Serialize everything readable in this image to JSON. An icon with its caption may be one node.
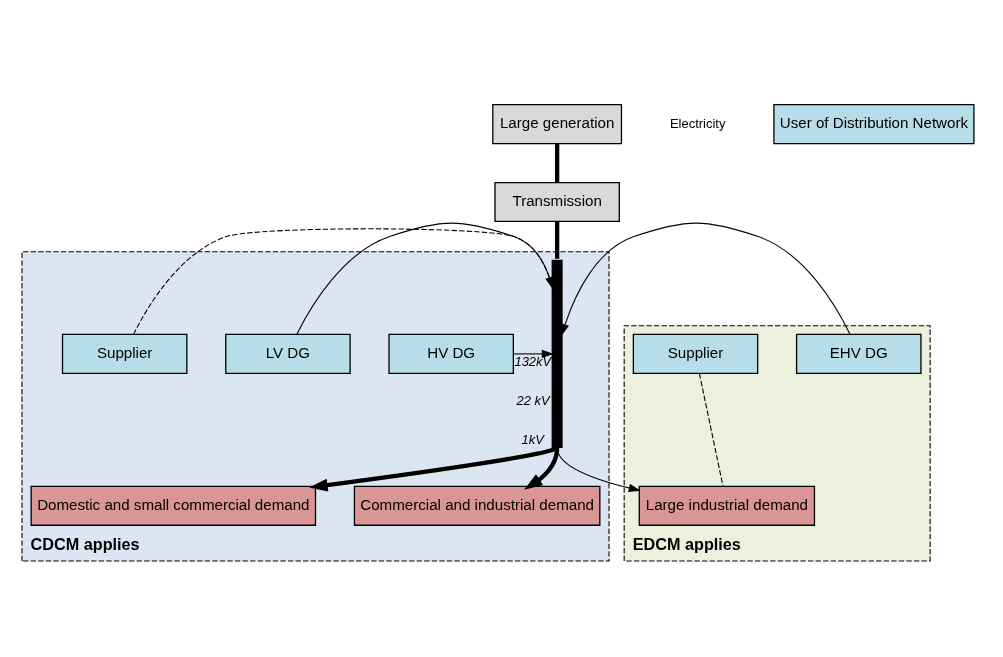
{
  "diagram": {
    "nodes": [
      {
        "text": [
          "Large generation"
        ]
      },
      {
        "text": [
          "Transmission"
        ]
      },
      {
        "text": [
          "CDCM applies"
        ]
      },
      {
        "text": [],
        "shape": "bar",
        "in": 2,
        "beside": [
          "132kV",
          "22 kV",
          "1kV"
        ]
      },
      {
        "text": [
          "HV DG"
        ],
        "in": 2
      },
      {
        "text": [
          "LV DG"
        ],
        "in": 2
      },
      {
        "text": [
          "Supplier"
        ],
        "in": 2
      },
      {
        "text": [
          "Domestic and small commercial demand"
        ],
        "in": 2
      },
      {
        "text": [
          "Commercial and industrial demand"
        ],
        "in": 2
      },
      {
        "text": [
          "EDCM applies"
        ]
      },
      {
        "text": [
          "EHV DG"
        ],
        "in": 9
      },
      {
        "text": [
          "Supplier"
        ],
        "in": 9
      },
      {
        "text": [
          "Large industrial demand"
        ],
        "in": 9
      }
    ],
    "edges": [
      {
        "from": 0,
        "to": 1,
        "arrow": "none",
        "style": "thick"
      },
      {
        "from": 1,
        "to": 3,
        "arrow": "none",
        "style": "thick"
      },
      {
        "from": 10,
        "to": 3,
        "arrow": "to"
      },
      {
        "from": 4,
        "to": 3,
        "arrow": "to"
      },
      {
        "from": 5,
        "to": 3,
        "arrow": "to"
      },
      {
        "from": 3,
        "to": 7,
        "arrow": "to",
        "style": "thick"
      },
      {
        "from": 3,
        "to": 8,
        "arrow": "to",
        "style": "thick"
      },
      {
        "from": 3,
        "to": 12,
        "arrow": "to"
      },
      {
        "from": 6,
        "to": 3,
        "arrow": "none",
        "style": "dashed"
      },
      {
        "from": 11,
        "to": 12,
        "arrow": "none",
        "style": "dashed"
      }
    ],
    "legend": [
      {
        "text": "Electricity"
      },
      {
        "text": "User of Distribution Network",
        "color": "#b7dde8"
      }
    ]
  }
}
